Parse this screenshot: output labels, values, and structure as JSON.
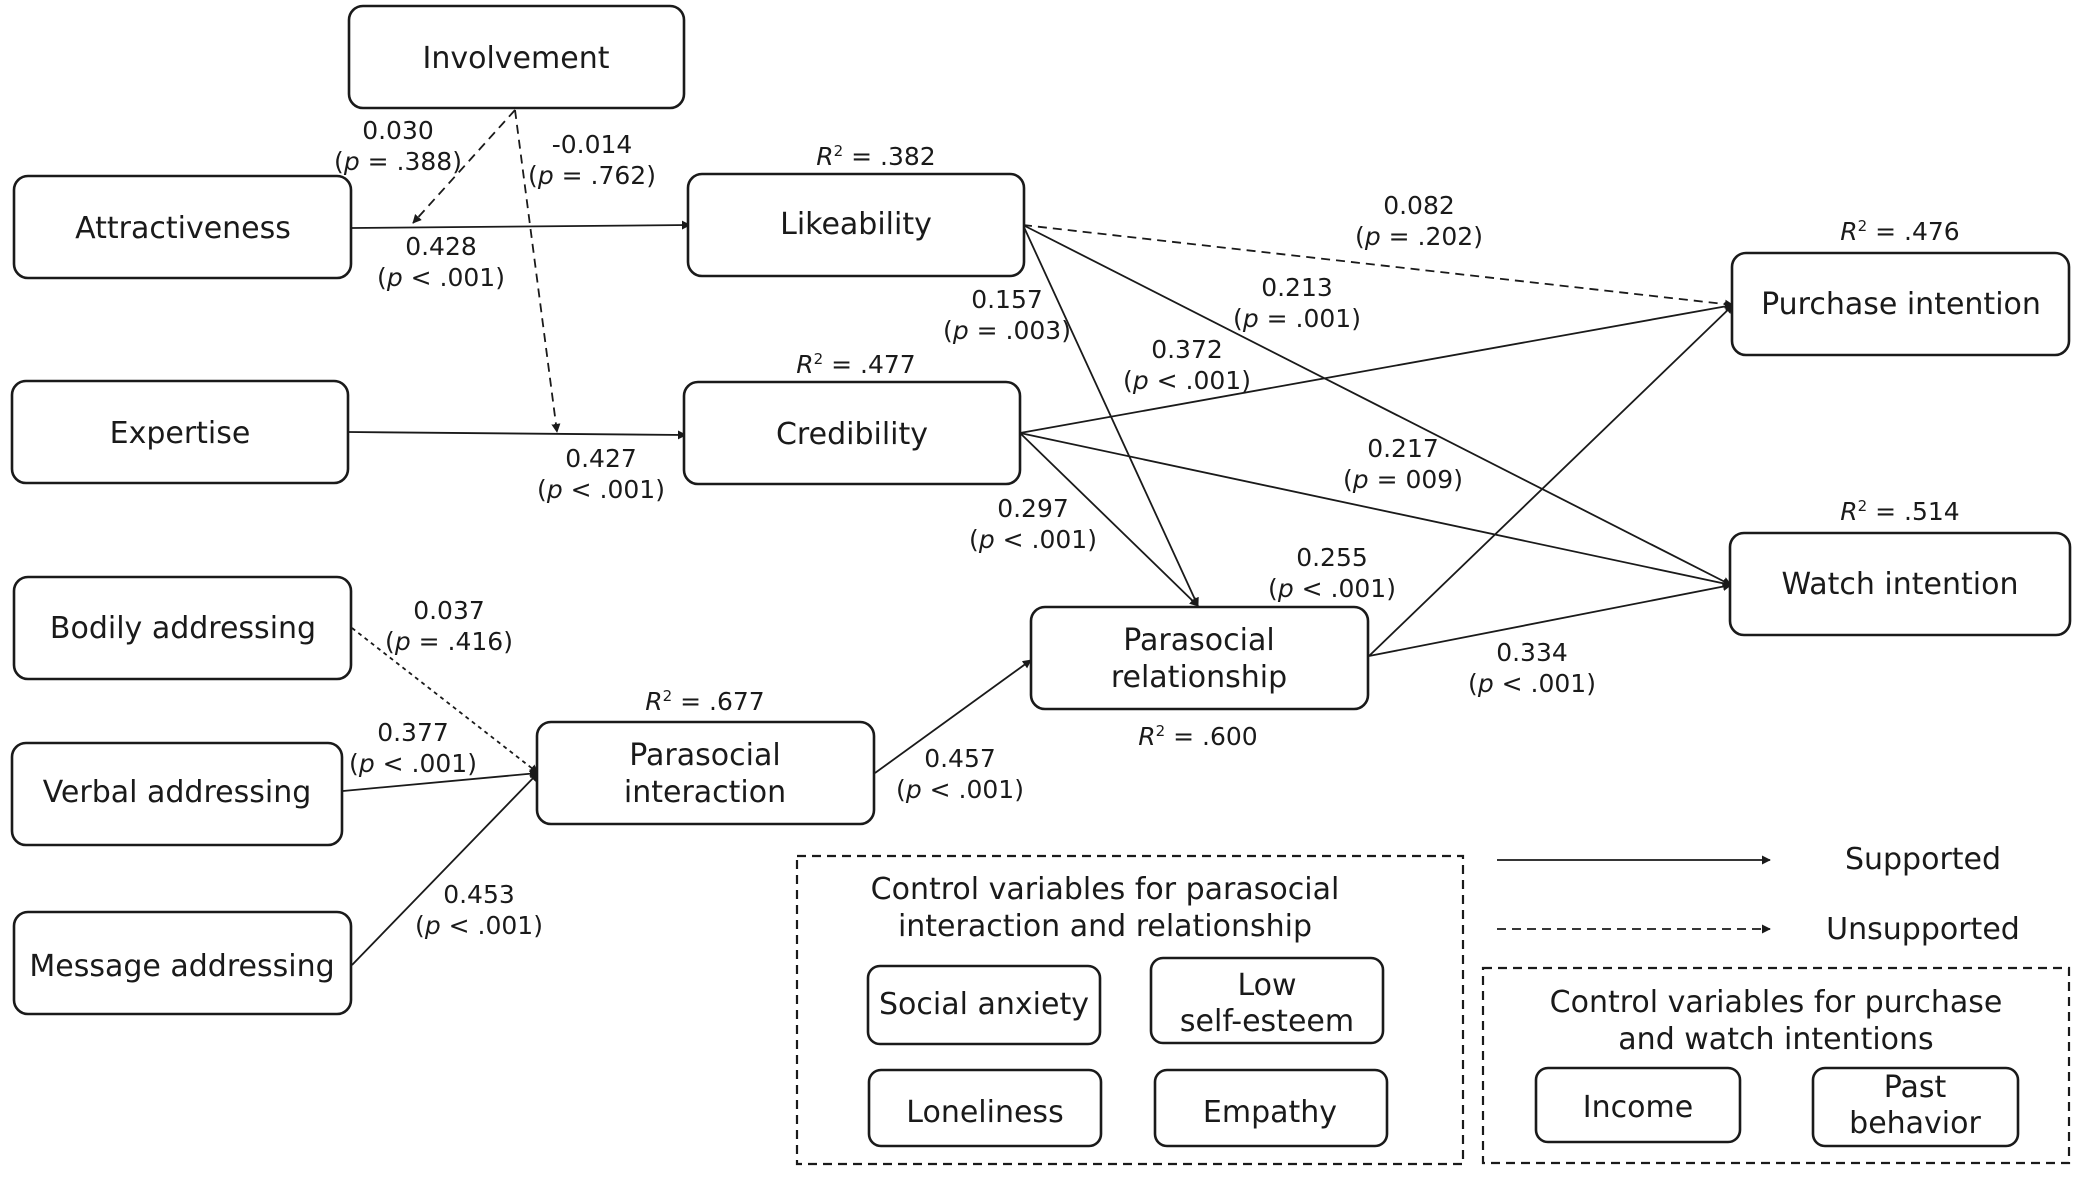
{
  "nodes": {
    "involvement": "Involvement",
    "attractiveness": "Attractiveness",
    "expertise": "Expertise",
    "likeability": "Likeability",
    "credibility": "Credibility",
    "bodily": "Bodily addressing",
    "verbal": "Verbal addressing",
    "message": "Message addressing",
    "psi": [
      "Parasocial",
      "interaction"
    ],
    "psr": [
      "Parasocial",
      "relationship"
    ],
    "purchase": "Purchase intention",
    "watch": "Watch intention"
  },
  "r2": {
    "symbol": "R",
    "sup": "2",
    "likeability": " = .382",
    "credibility": " = .477",
    "psi": " = .677",
    "psr": " = .600",
    "purchase": " = .476",
    "watch": " = .514"
  },
  "paths": {
    "inv_attr": {
      "coef": "0.030",
      "p": "p",
      "rest": " = .388)"
    },
    "inv_cred": {
      "coef": "-0.014",
      "p": "p",
      "rest": " = .762)"
    },
    "attr_like": {
      "coef": "0.428",
      "p": "p",
      "rest": " < .001)"
    },
    "exp_cred": {
      "coef": "0.427",
      "p": "p",
      "rest": " < .001)"
    },
    "like_purch": {
      "coef": "0.082",
      "p": "p",
      "rest": " = .202)"
    },
    "like_psr": {
      "coef": "0.157",
      "p": "p",
      "rest": " = .003)"
    },
    "like_watch": {
      "coef": "0.213",
      "p": "p",
      "rest": " = .001)"
    },
    "cred_purch": {
      "coef": "0.372",
      "p": "p",
      "rest": " < .001)"
    },
    "cred_watch": {
      "coef": "0.217",
      "p": "p",
      "rest": " = 009)"
    },
    "cred_psr": {
      "coef": "0.297",
      "p": "p",
      "rest": " < .001)"
    },
    "psr_purch": {
      "coef": "0.255",
      "p": "p",
      "rest": " < .001)"
    },
    "psr_watch": {
      "coef": "0.334",
      "p": "p",
      "rest": " < .001)"
    },
    "bod_psi": {
      "coef": "0.037",
      "p": "p",
      "rest": " = .416)"
    },
    "verb_psi": {
      "coef": "0.377",
      "p": "p",
      "rest": " < .001)"
    },
    "msg_psi": {
      "coef": "0.453",
      "p": "p",
      "rest": " < .001)"
    },
    "psi_psr": {
      "coef": "0.457",
      "p": "p",
      "rest": " < .001)"
    }
  },
  "legend": {
    "supported": "Supported",
    "unsupported": "Unsupported"
  },
  "controls_parasocial": {
    "title": [
      "Control variables for parasocial",
      "interaction and relationship"
    ],
    "social_anxiety": "Social anxiety",
    "low_self_esteem": [
      "Low",
      "self-esteem"
    ],
    "loneliness": "Loneliness",
    "empathy": "Empathy"
  },
  "controls_intentions": {
    "title": [
      "Control variables for purchase",
      "and watch intentions"
    ],
    "income": "Income",
    "past_behavior": [
      "Past",
      "behavior"
    ]
  }
}
